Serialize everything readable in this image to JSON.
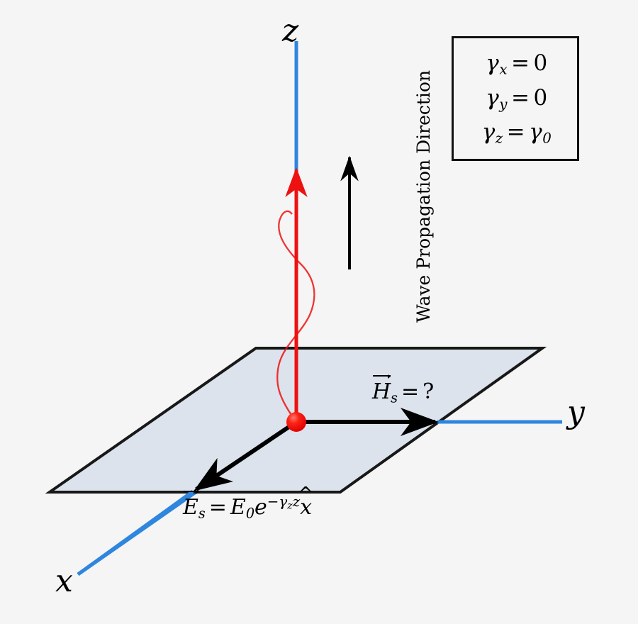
{
  "figure": {
    "type": "physics-vector-diagram",
    "background_color": "#f5f5f5",
    "axes": {
      "z_label": "z",
      "y_label": "y",
      "x_label": "x",
      "axis_color": "#2e86de"
    },
    "plane": {
      "name": "xy-plane",
      "fill_color": "#dce3ec",
      "edge_color": "#111111"
    },
    "origin": {
      "name": "source-point",
      "color": "#ee1111"
    },
    "wave": {
      "color": "#ee1111",
      "propagation_axis": "z"
    },
    "annotations": {
      "propagation_text": "Wave Propagation Direction",
      "h_field": {
        "symbol": "H",
        "subscript": "s",
        "equals": "=",
        "value": "?"
      },
      "e_field": {
        "symbol": "E",
        "subscript": "s",
        "equals": "=",
        "amplitude": "E",
        "amplitude_sub": "0",
        "exp_base": "e",
        "exp_minus": "−",
        "exp_gamma": "γ",
        "exp_gamma_sub": "z",
        "exp_z": "z",
        "unit_vector": "x"
      }
    },
    "legend": {
      "name": "propagation-constants",
      "rows": [
        {
          "symbol": "γ",
          "subscript": "x",
          "equals": "=",
          "value": "0",
          "value_sub": ""
        },
        {
          "symbol": "γ",
          "subscript": "y",
          "equals": "=",
          "value": "0",
          "value_sub": ""
        },
        {
          "symbol": "γ",
          "subscript": "z",
          "equals": "=",
          "value": "γ",
          "value_sub": "0"
        }
      ]
    }
  }
}
